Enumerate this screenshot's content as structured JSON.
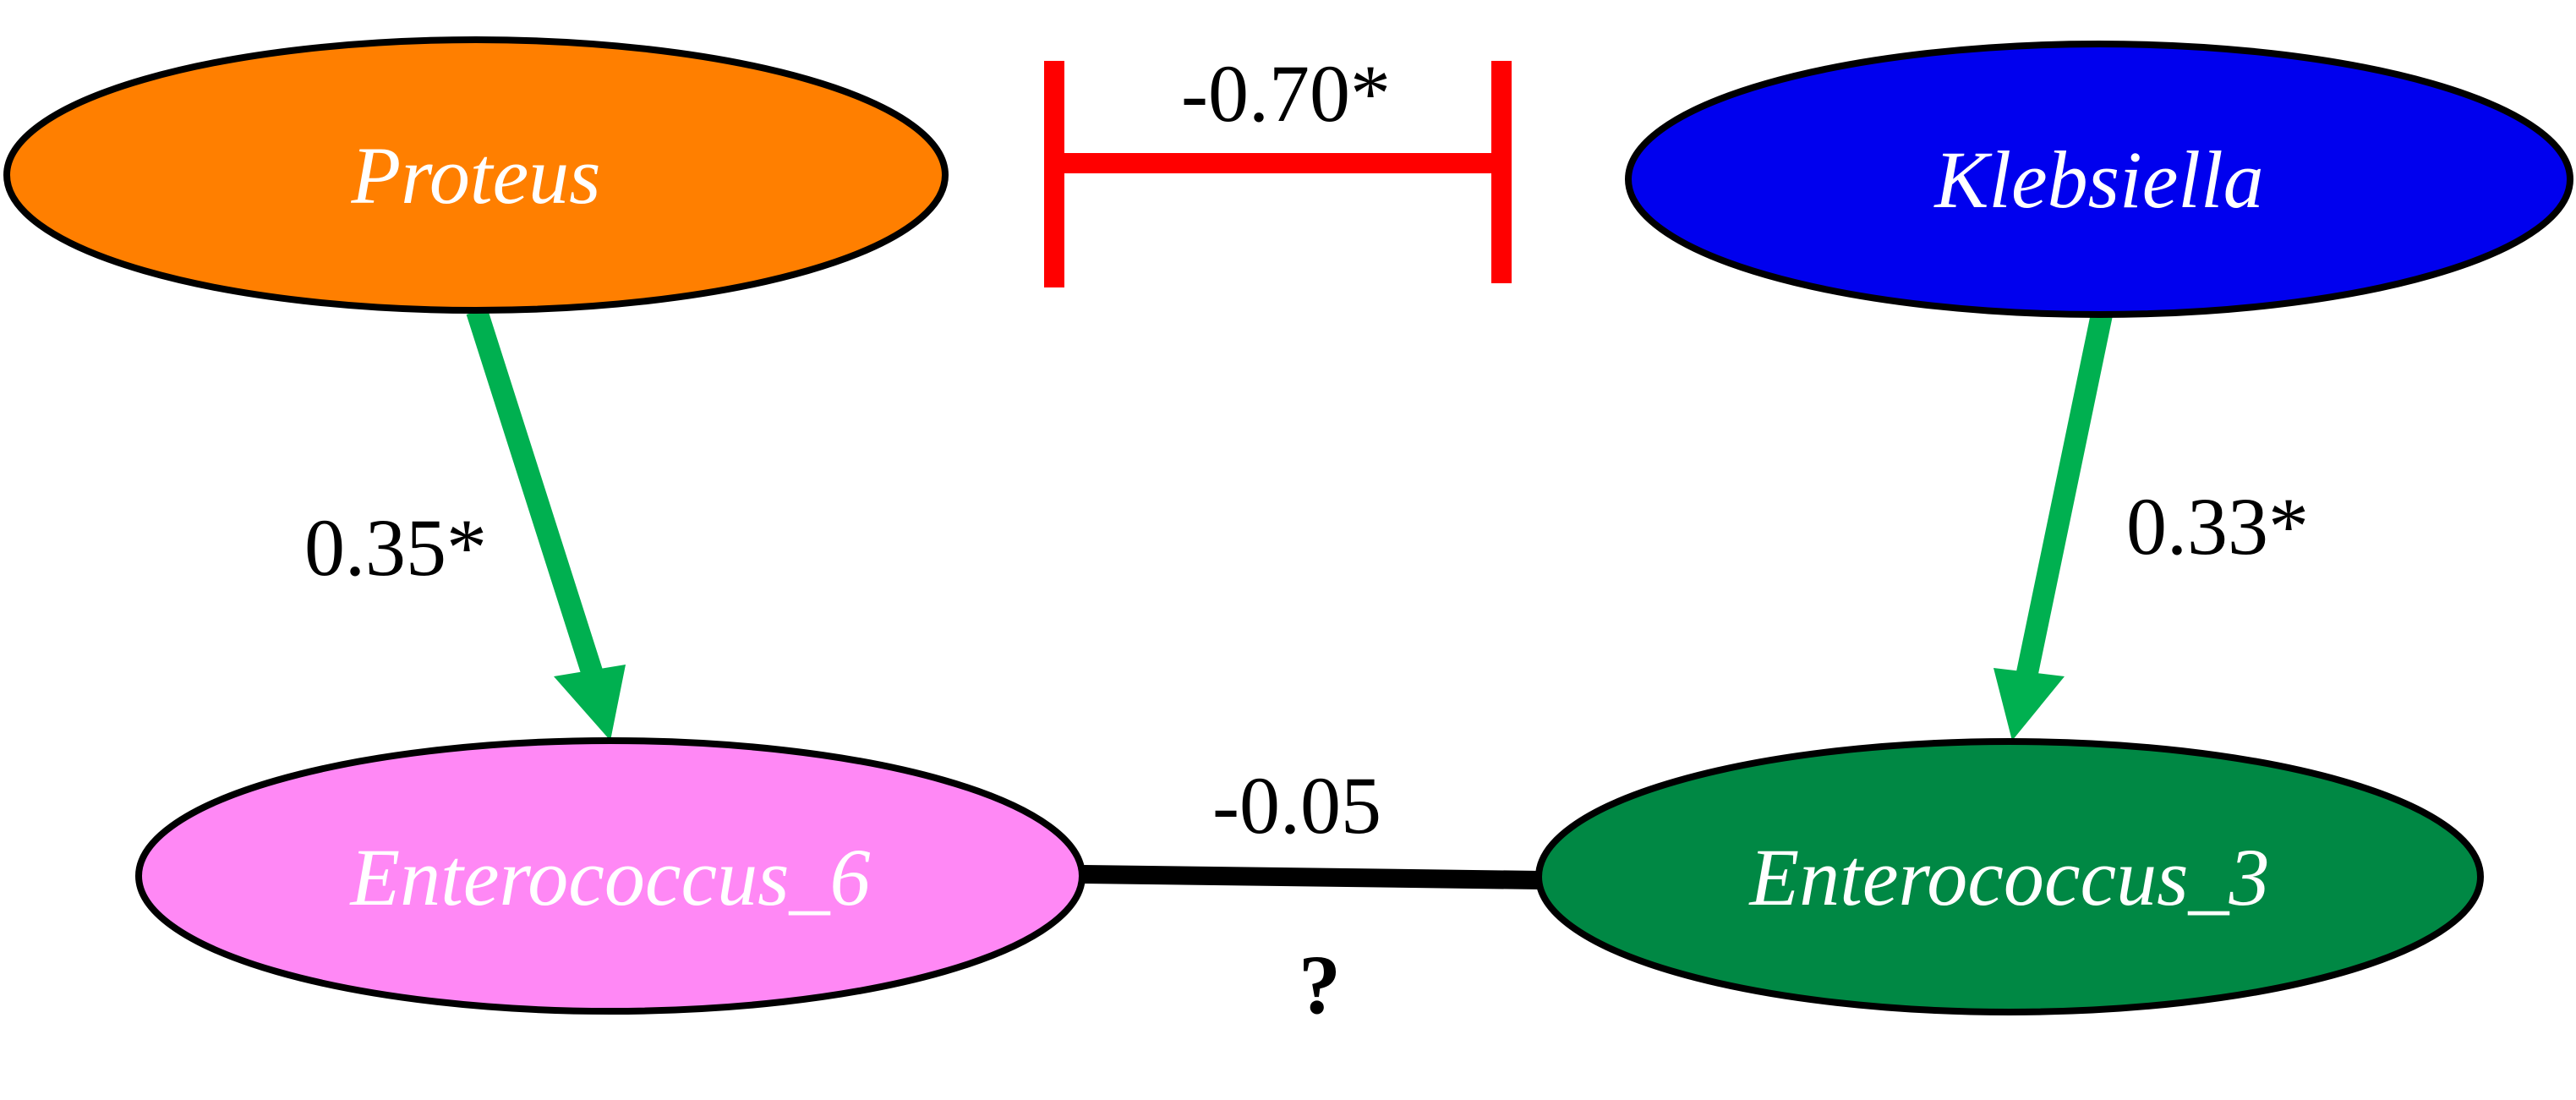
{
  "nodes": {
    "proteus": {
      "label": "Proteus",
      "color": "#FF7F00"
    },
    "klebsiella": {
      "label": "Klebsiella",
      "color": "#0000EE"
    },
    "enterococcus_6": {
      "label": "Enterococcus_6",
      "color": "#FF88F5"
    },
    "enterococcus_3": {
      "label": "Enterococcus_3",
      "color": "#008844"
    }
  },
  "edges": {
    "proteus_to_enterococcus_6": {
      "label": "0.35*",
      "color": "#00B050",
      "kind": "promotion"
    },
    "klebsiella_to_enterococcus_3": {
      "label": "0.33*",
      "color": "#00B050",
      "kind": "promotion"
    },
    "proteus_klebsiella": {
      "label": "-0.70*",
      "color": "#FF0000",
      "kind": "inhibition"
    },
    "enterococcus_6_enterococcus_3": {
      "label": "-0.05",
      "mark": "?",
      "color": "#000000",
      "kind": "association"
    }
  }
}
